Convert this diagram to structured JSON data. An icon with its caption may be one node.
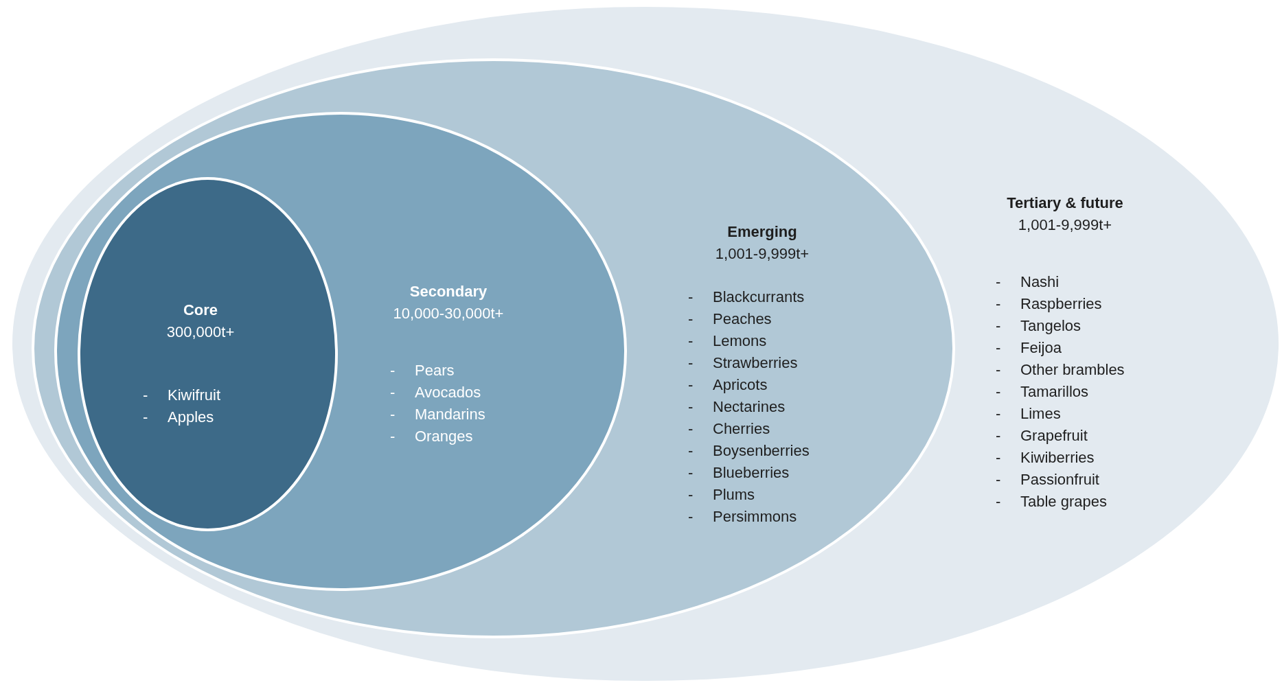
{
  "diagram": {
    "nodes": [
      {
        "text": [
          "Tertiary & future",
          "1,001-9,999t+",
          "-\tNashi",
          "-\tRaspberries",
          "-\tTangelos",
          "-\tFeijoa",
          "-\tOther brambles",
          "-\tTamarillos",
          "-\tLimes",
          "-\tGrapefruit",
          "-\tKiwiberries",
          "-\tPassionfruit",
          "-\tTable grapes"
        ]
      },
      {
        "text": [
          "Emerging",
          "1,001-9,999t+",
          "-\tBlackcurrants",
          "-\tPeaches",
          "-\tLemons",
          "-\tStrawberries",
          "-\tApricots",
          "-\tNectarines",
          "-\tCherries",
          "-\tBoysenberries",
          "-\tBlueberries",
          "-\tPlums",
          "-\tPersimmons"
        ],
        "in": 0
      },
      {
        "text": [
          "Secondary",
          "10,000-30,000t+",
          "-\tPears",
          "-\tAvocados",
          "-\tMandarins",
          "-\tOranges"
        ],
        "in": 1
      },
      {
        "text": [
          "Core",
          "300,000t+",
          "-\tKiwifruit",
          "-\tApples"
        ],
        "in": 2
      }
    ]
  }
}
